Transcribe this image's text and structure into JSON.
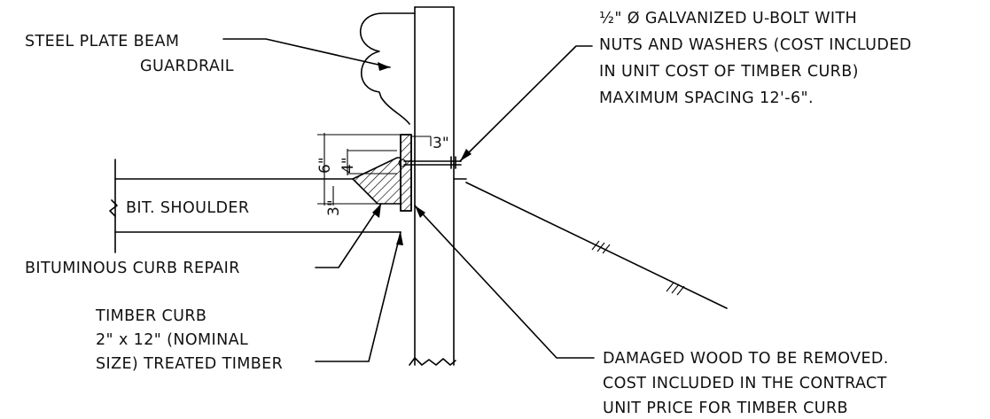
{
  "labels": {
    "guardrail": [
      "STEEL PLATE BEAM",
      "GUARDRAIL"
    ],
    "ubolt": [
      "½\" Ø GALVANIZED U-BOLT WITH",
      "NUTS AND WASHERS (COST INCLUDED",
      "IN UNIT COST OF TIMBER CURB)",
      "MAXIMUM SPACING 12'-6\"."
    ],
    "shoulder": "BIT. SHOULDER",
    "bituminous_repair": "BITUMINOUS CURB REPAIR",
    "timber_curb": [
      "TIMBER CURB",
      "2\" x 12\" (NOMINAL",
      "SIZE) TREATED TIMBER"
    ],
    "damaged_wood": [
      "DAMAGED WOOD TO BE REMOVED.",
      "COST INCLUDED IN THE CONTRACT",
      "UNIT PRICE FOR TIMBER CURB"
    ]
  },
  "dimensions": {
    "six_in": "6\"",
    "four_in": "4\"",
    "three_in_left": "3\"",
    "three_in_top": "3\""
  }
}
